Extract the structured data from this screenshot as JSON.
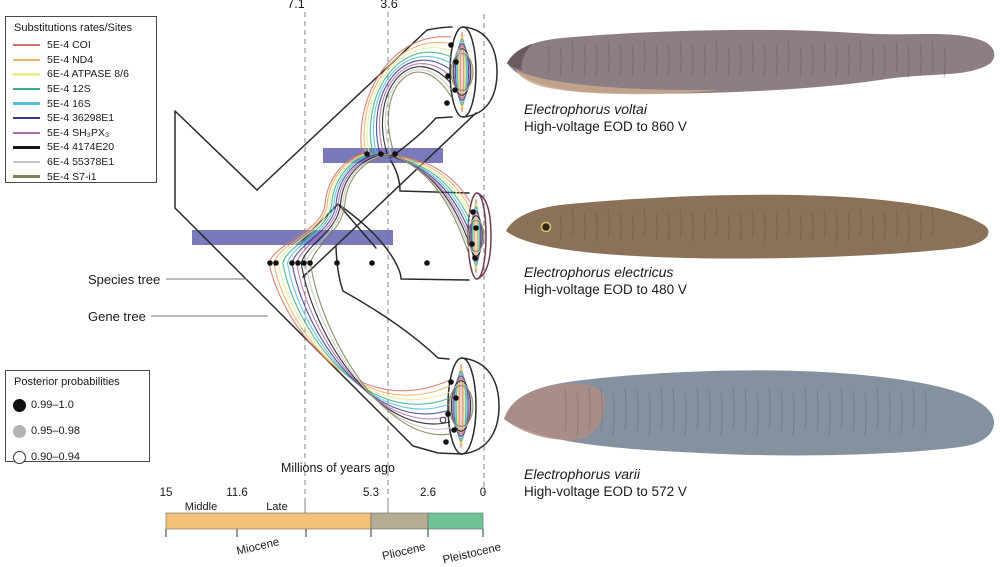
{
  "subs_legend": {
    "title": "Substitutions rates/Sites",
    "items": [
      {
        "label": "5E-4 COI",
        "color": "#d4726a"
      },
      {
        "label": "5E-4 ND4",
        "color": "#e2b369"
      },
      {
        "label": "6E-4 ATPASE 8/6",
        "color": "#eeea96"
      },
      {
        "label": "5E-4 12S",
        "color": "#3dae86"
      },
      {
        "label": "5E-4 16S",
        "color": "#56c0dc"
      },
      {
        "label": "5E-4 36298E1",
        "color": "#39398c"
      },
      {
        "label": "5E-4 SH₃PX₃",
        "color": "#b06cb0"
      },
      {
        "label": "5E-4 4174E20",
        "color": "#161616"
      },
      {
        "label": "6E-4 55378E1",
        "color": "#c6c6c6"
      },
      {
        "label": "5E-4 S7-i1",
        "color": "#7f7f57"
      }
    ]
  },
  "post_legend": {
    "title": "Posterior probabilities",
    "items": [
      {
        "label": "0.99–1.0",
        "fill": "#111111",
        "stroke": "#111111"
      },
      {
        "label": "0.95–0.98",
        "fill": "#b3b3b3",
        "stroke": "#b3b3b3"
      },
      {
        "label": "0.90–0.94",
        "fill": "#ffffff",
        "stroke": "#333333"
      }
    ]
  },
  "tree": {
    "species_tree_label": "Species tree",
    "gene_tree_label": "Gene tree",
    "divergence_times": [
      {
        "label": "7.1"
      },
      {
        "label": "3.6"
      }
    ],
    "hpd_bar_color": "#6e6eb5"
  },
  "timeline": {
    "title": "Millions of years ago",
    "ticks": [
      {
        "label": "15"
      },
      {
        "label": "11.6"
      },
      {
        "label": "5.3"
      },
      {
        "label": "2.6"
      },
      {
        "label": "0"
      }
    ],
    "sub_epochs": [
      {
        "label": "Middle"
      },
      {
        "label": "Late"
      }
    ],
    "epochs": [
      {
        "label": "Miocene",
        "color": "#f2c177"
      },
      {
        "label": "Pliocene",
        "color": "#b5ac94"
      },
      {
        "label": "Pleistocene",
        "color": "#6fc493"
      }
    ]
  },
  "species": [
    {
      "name": "Electrophorus voltai",
      "eod": "High-voltage EOD to 860 V"
    },
    {
      "name": "Electrophorus electricus",
      "eod": "High-voltage EOD to 480 V"
    },
    {
      "name": "Electrophorus varii",
      "eod": "High-voltage EOD to 572 V"
    }
  ]
}
